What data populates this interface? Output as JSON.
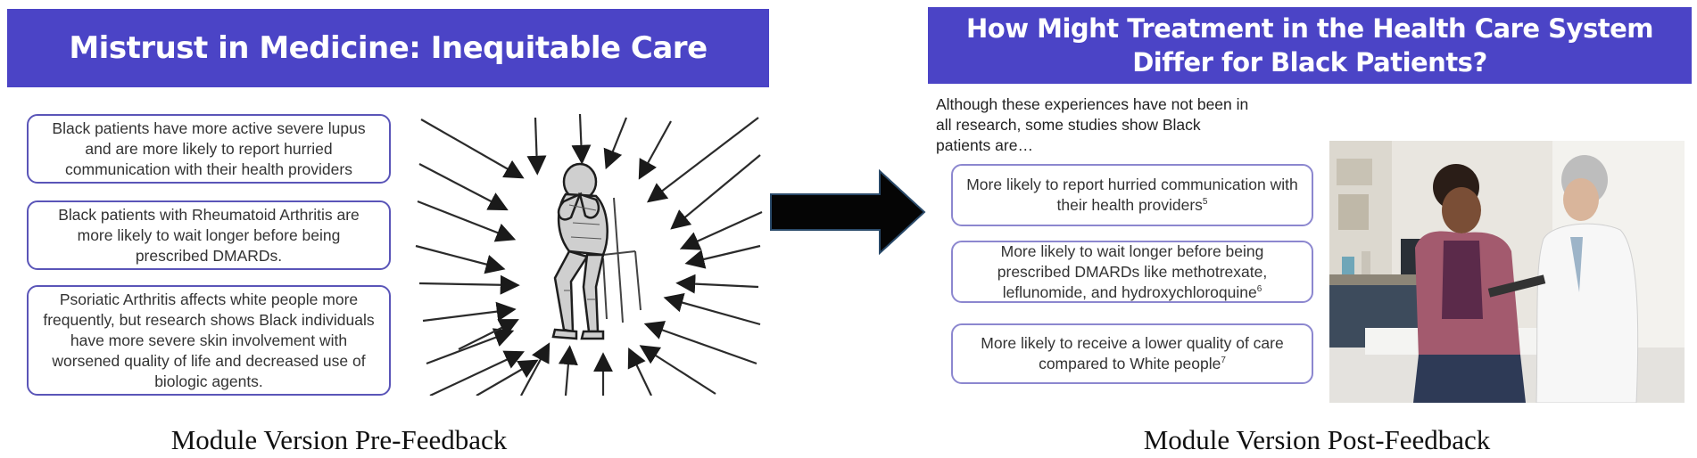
{
  "pre": {
    "title": "Mistrust in Medicine: Inequitable Care",
    "boxes": [
      "Black patients have more active severe lupus and are more likely to report hurried communication with their health providers",
      "Black patients with Rheumatoid Arthritis are more likely to wait longer before being prescribed DMARDs.",
      "Psoriatic Arthritis affects white people more frequently, but research shows Black individuals have more severe skin involvement with worsened quality of life and decreased use of biologic agents."
    ],
    "caption": "Module Version Pre-Feedback",
    "illustration_icon": "stressed-person-arrows-icon"
  },
  "post": {
    "title": "How Might Treatment in the Health Care System Differ for Black Patients?",
    "intro": "Although these experiences have not been in all research, some studies show Black patients are…",
    "boxes": [
      {
        "text": "More likely to report hurried communication with their health providers",
        "ref": "5"
      },
      {
        "text": "More likely to wait longer before being prescribed DMARDs like methotrexate, leflunomide, and hydroxychloroquine",
        "ref": "6"
      },
      {
        "text": "More likely to receive a lower quality of care compared to White people",
        "ref": "7"
      }
    ],
    "caption": "Module Version Post-Feedback",
    "photo_icon": "doctor-patient-photo-icon"
  },
  "colors": {
    "banner": "#4b44c6",
    "box_border": "#5a55b8",
    "arrow": "#050505"
  }
}
